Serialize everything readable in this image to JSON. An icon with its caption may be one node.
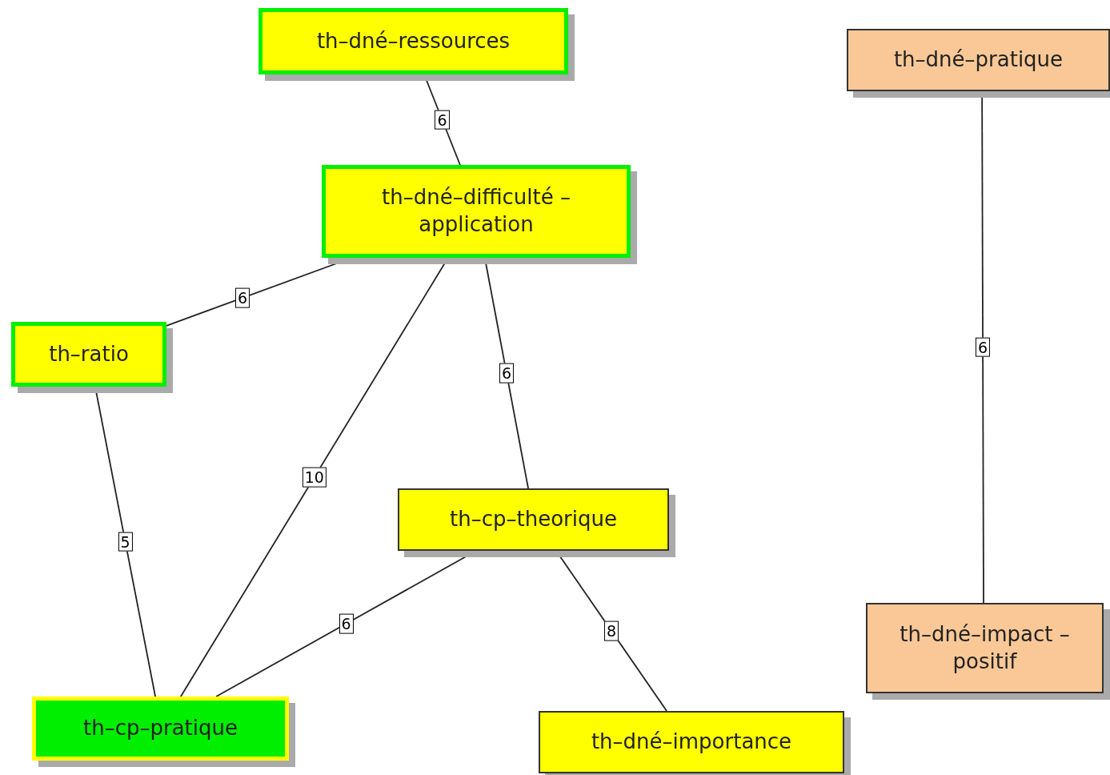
{
  "diagram": {
    "nodes": [
      {
        "text": [
          "th–dné–ressources"
        ]
      },
      {
        "text": [
          "th–dné–pratique"
        ]
      },
      {
        "text": [
          "th–dné–difficulté –application"
        ]
      },
      {
        "text": [
          "th–ratio"
        ]
      },
      {
        "text": [
          "th–cp–theorique"
        ]
      },
      {
        "text": [
          "th–dné–impact –positif"
        ]
      },
      {
        "text": [
          "th–cp–pratique"
        ]
      },
      {
        "text": [
          "th–dné–importance"
        ]
      }
    ],
    "edges": [
      {
        "from": 0,
        "to": 2,
        "arrow": "none",
        "label": "6"
      },
      {
        "from": 1,
        "to": 5,
        "arrow": "none",
        "label": "6"
      },
      {
        "from": 2,
        "to": 3,
        "arrow": "none",
        "label": "6"
      },
      {
        "from": 2,
        "to": 6,
        "arrow": "none",
        "label": "10"
      },
      {
        "from": 2,
        "to": 4,
        "arrow": "none",
        "label": "6"
      },
      {
        "from": 3,
        "to": 6,
        "arrow": "none",
        "label": "5"
      },
      {
        "from": 4,
        "to": 6,
        "arrow": "none",
        "label": "6"
      },
      {
        "from": 4,
        "to": 7,
        "arrow": "none",
        "label": "8"
      }
    ]
  }
}
